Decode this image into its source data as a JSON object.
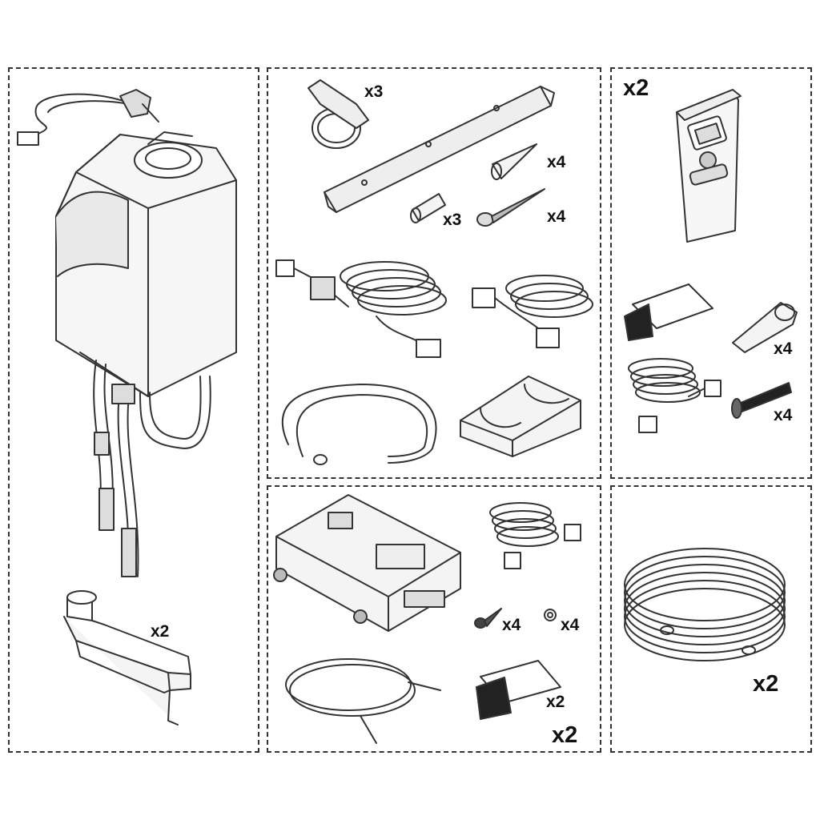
{
  "quantities": {
    "clamp": "x3",
    "cone_anchor": "x4",
    "wall_plug": "x3",
    "wood_screw": "x4",
    "spout": "x2",
    "remote_panel": "x2",
    "cable_eyelet": "x4",
    "bolt": "x4",
    "coil_tube": "x2",
    "small_screw": "x4",
    "washer": "x4",
    "velcro_pad": "x2",
    "control_box_set": "x2"
  },
  "colors": {
    "line": "#333333",
    "fill": "#f4f4f4",
    "dark": "#222222"
  },
  "icons": [
    "boiler-unit-icon",
    "spout-icon",
    "clamp-icon",
    "mounting-rail-icon",
    "cone-anchor-icon",
    "wall-plug-icon",
    "screw-icon",
    "cable-icon",
    "tube-icon",
    "ferrite-core-icon",
    "remote-panel-icon",
    "velcro-pad-icon",
    "eyelet-icon",
    "bolt-icon",
    "control-box-icon",
    "washer-icon",
    "coil-tube-icon"
  ]
}
